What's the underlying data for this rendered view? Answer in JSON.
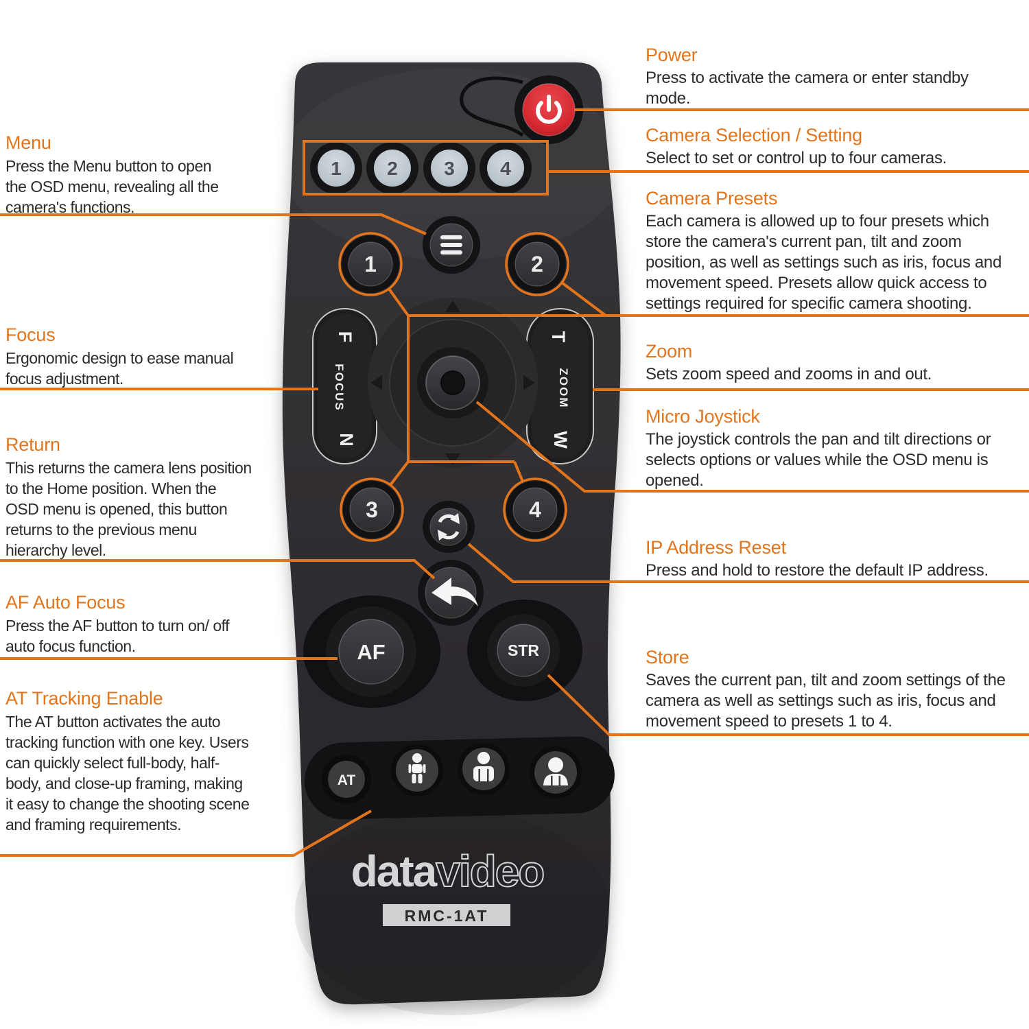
{
  "title": "RMC-1AT remote control annotated diagram",
  "colors": {
    "accent_orange": "#e2751c",
    "body_text": "#2b2b2b",
    "remote_body": "#2f2e31",
    "button_ring": "#141316",
    "power_red": "#d42830",
    "camera_button_face": "#bfc9d0",
    "label_white": "#f0f0f0",
    "logo_silver": "#d4d5d6"
  },
  "remote": {
    "brand_solid": "data",
    "brand_outline": "video",
    "model": "RMC-1AT",
    "camera_select_buttons": [
      "1",
      "2",
      "3",
      "4"
    ],
    "preset_buttons": [
      "1",
      "2",
      "3",
      "4"
    ],
    "focus_rocker": {
      "top": "F",
      "label": "FOCUS",
      "bottom": "N"
    },
    "zoom_rocker": {
      "top": "T",
      "label": "ZOOM",
      "bottom": "W"
    },
    "af_label": "AF",
    "str_label": "STR",
    "at_label": "AT",
    "icons": {
      "power": "power-icon",
      "menu": "hamburger-menu-icon",
      "ip_reset": "refresh-arrows-icon",
      "return": "back-arrow-icon",
      "tracking_full_body": "person-full-body-icon",
      "tracking_half_body": "person-half-body-icon",
      "tracking_close_up": "person-close-up-icon"
    }
  },
  "callouts_left": [
    {
      "title": "Menu",
      "body": "Press the Menu button to open\nthe OSD menu, revealing all the\ncamera's functions."
    },
    {
      "title": "Focus",
      "body": "Ergonomic design to ease manual\nfocus adjustment."
    },
    {
      "title": "Return",
      "body": "This returns the camera lens position\nto the Home position. When the\nOSD menu is opened, this button\nreturns to the previous menu\nhierarchy level."
    },
    {
      "title": "AF Auto Focus",
      "body": "Press the AF button to turn on/ off\nauto focus function."
    },
    {
      "title": "AT Tracking Enable",
      "body": "The AT button activates the auto\ntracking function with one key. Users\ncan quickly select full-body, half-\nbody, and close-up framing, making\nit easy to change the shooting scene\nand framing requirements."
    }
  ],
  "callouts_right": [
    {
      "title": "Power",
      "body": "Press to activate the camera or enter standby\nmode."
    },
    {
      "title": "Camera Selection / Setting",
      "body": "Select to set or control up to four cameras."
    },
    {
      "title": "Camera Presets",
      "body": "Each camera is allowed up to four presets which\nstore the camera's current pan, tilt and zoom\nposition, as well as settings such as iris, focus and\nmovement speed. Presets allow quick access to\nsettings required for specific camera shooting."
    },
    {
      "title": "Zoom",
      "body": "Sets zoom speed and zooms in and out."
    },
    {
      "title": "Micro Joystick",
      "body": "The joystick controls the pan and tilt directions or\nselects options or values while the OSD menu is\nopened."
    },
    {
      "title": "IP Address Reset",
      "body": "Press and hold to restore the default IP address."
    },
    {
      "title": "Store",
      "body": "Saves the current pan, tilt and zoom settings of the\ncamera as well as settings such as iris, focus and\nmovement speed to presets 1 to 4."
    }
  ]
}
